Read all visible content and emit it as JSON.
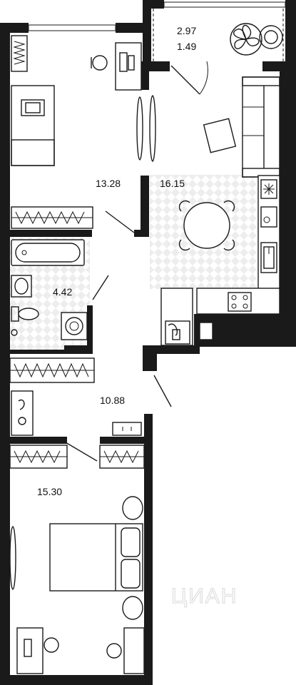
{
  "rooms": {
    "balcony": {
      "area": "2.97",
      "area2": "1.49"
    },
    "bedroom_small": {
      "area": "13.28"
    },
    "kitchen_living": {
      "area": "16.15"
    },
    "bathroom": {
      "area": "4.42"
    },
    "hallway": {
      "area": "10.88"
    },
    "bedroom_large": {
      "area": "15.30"
    }
  },
  "watermark": "ЦИАН",
  "colors": {
    "wall": "#1a1a1a",
    "tile": "#ebebeb",
    "background": "#ffffff"
  }
}
